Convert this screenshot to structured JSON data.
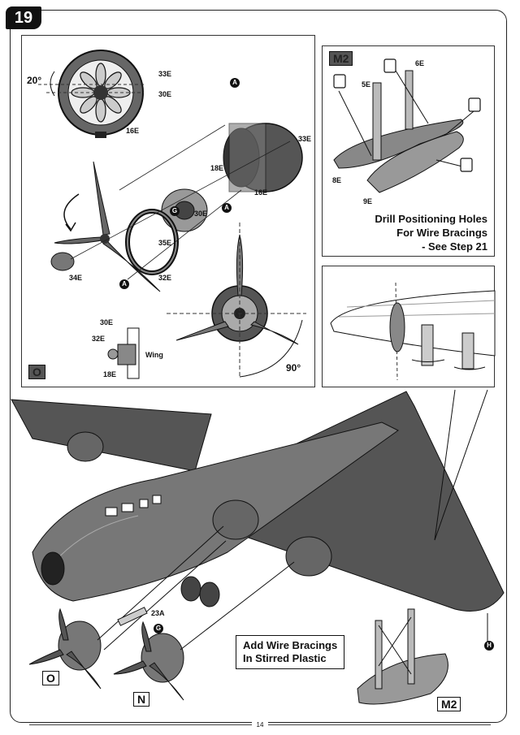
{
  "step_number": "19",
  "page_number": "14",
  "left_panel": {
    "code": "O",
    "angle_top": "20°",
    "angle_right": "90°",
    "wing_label": "Wing",
    "labels": [
      "33E",
      "30E",
      "16E",
      "18E",
      "33E",
      "16E",
      "30E",
      "35E",
      "32E",
      "34E",
      "30E",
      "32E",
      "18E"
    ],
    "markers": [
      "A",
      "G",
      "A",
      "A"
    ]
  },
  "right_panel": {
    "code": "M2",
    "labels": [
      "6E",
      "5E",
      "8E",
      "9E"
    ],
    "drill_note": [
      "Drill Positioning Holes",
      "For Wire Bracings",
      "- See Step 21"
    ]
  },
  "main": {
    "part_23": "23A",
    "marker_g": "G",
    "marker_h": "H",
    "code_o": "O",
    "code_n": "N",
    "code_m2": "M2",
    "callout": [
      "Add Wire Bracings",
      "In Stirred Plastic"
    ]
  }
}
